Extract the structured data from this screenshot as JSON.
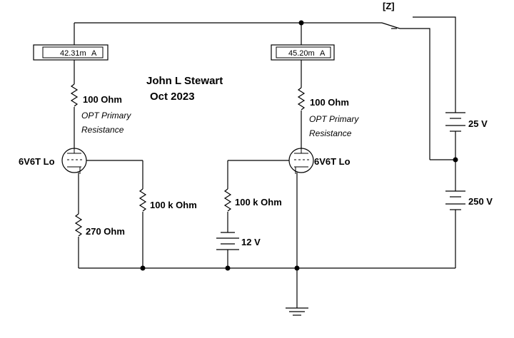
{
  "author": "John L Stewart",
  "date": "Oct 2023",
  "ammeters": [
    {
      "reading": "42.31m",
      "unit": "A"
    },
    {
      "reading": "45.20m",
      "unit": "A"
    }
  ],
  "resistors": {
    "opt_left": "100  Ohm",
    "opt_right": "100  Ohm",
    "opt_note_1": "OPT Primary",
    "opt_note_2": "Resistance",
    "grid_left": "100 k Ohm",
    "grid_right": "100 k Ohm",
    "cathode": "270  Ohm"
  },
  "tubes": {
    "left": "6V6T Lo",
    "right": "6V6T Lo"
  },
  "batteries": {
    "bias": "12 V",
    "top": "25 V",
    "main": "250 V"
  },
  "switch_key": "[Z]"
}
